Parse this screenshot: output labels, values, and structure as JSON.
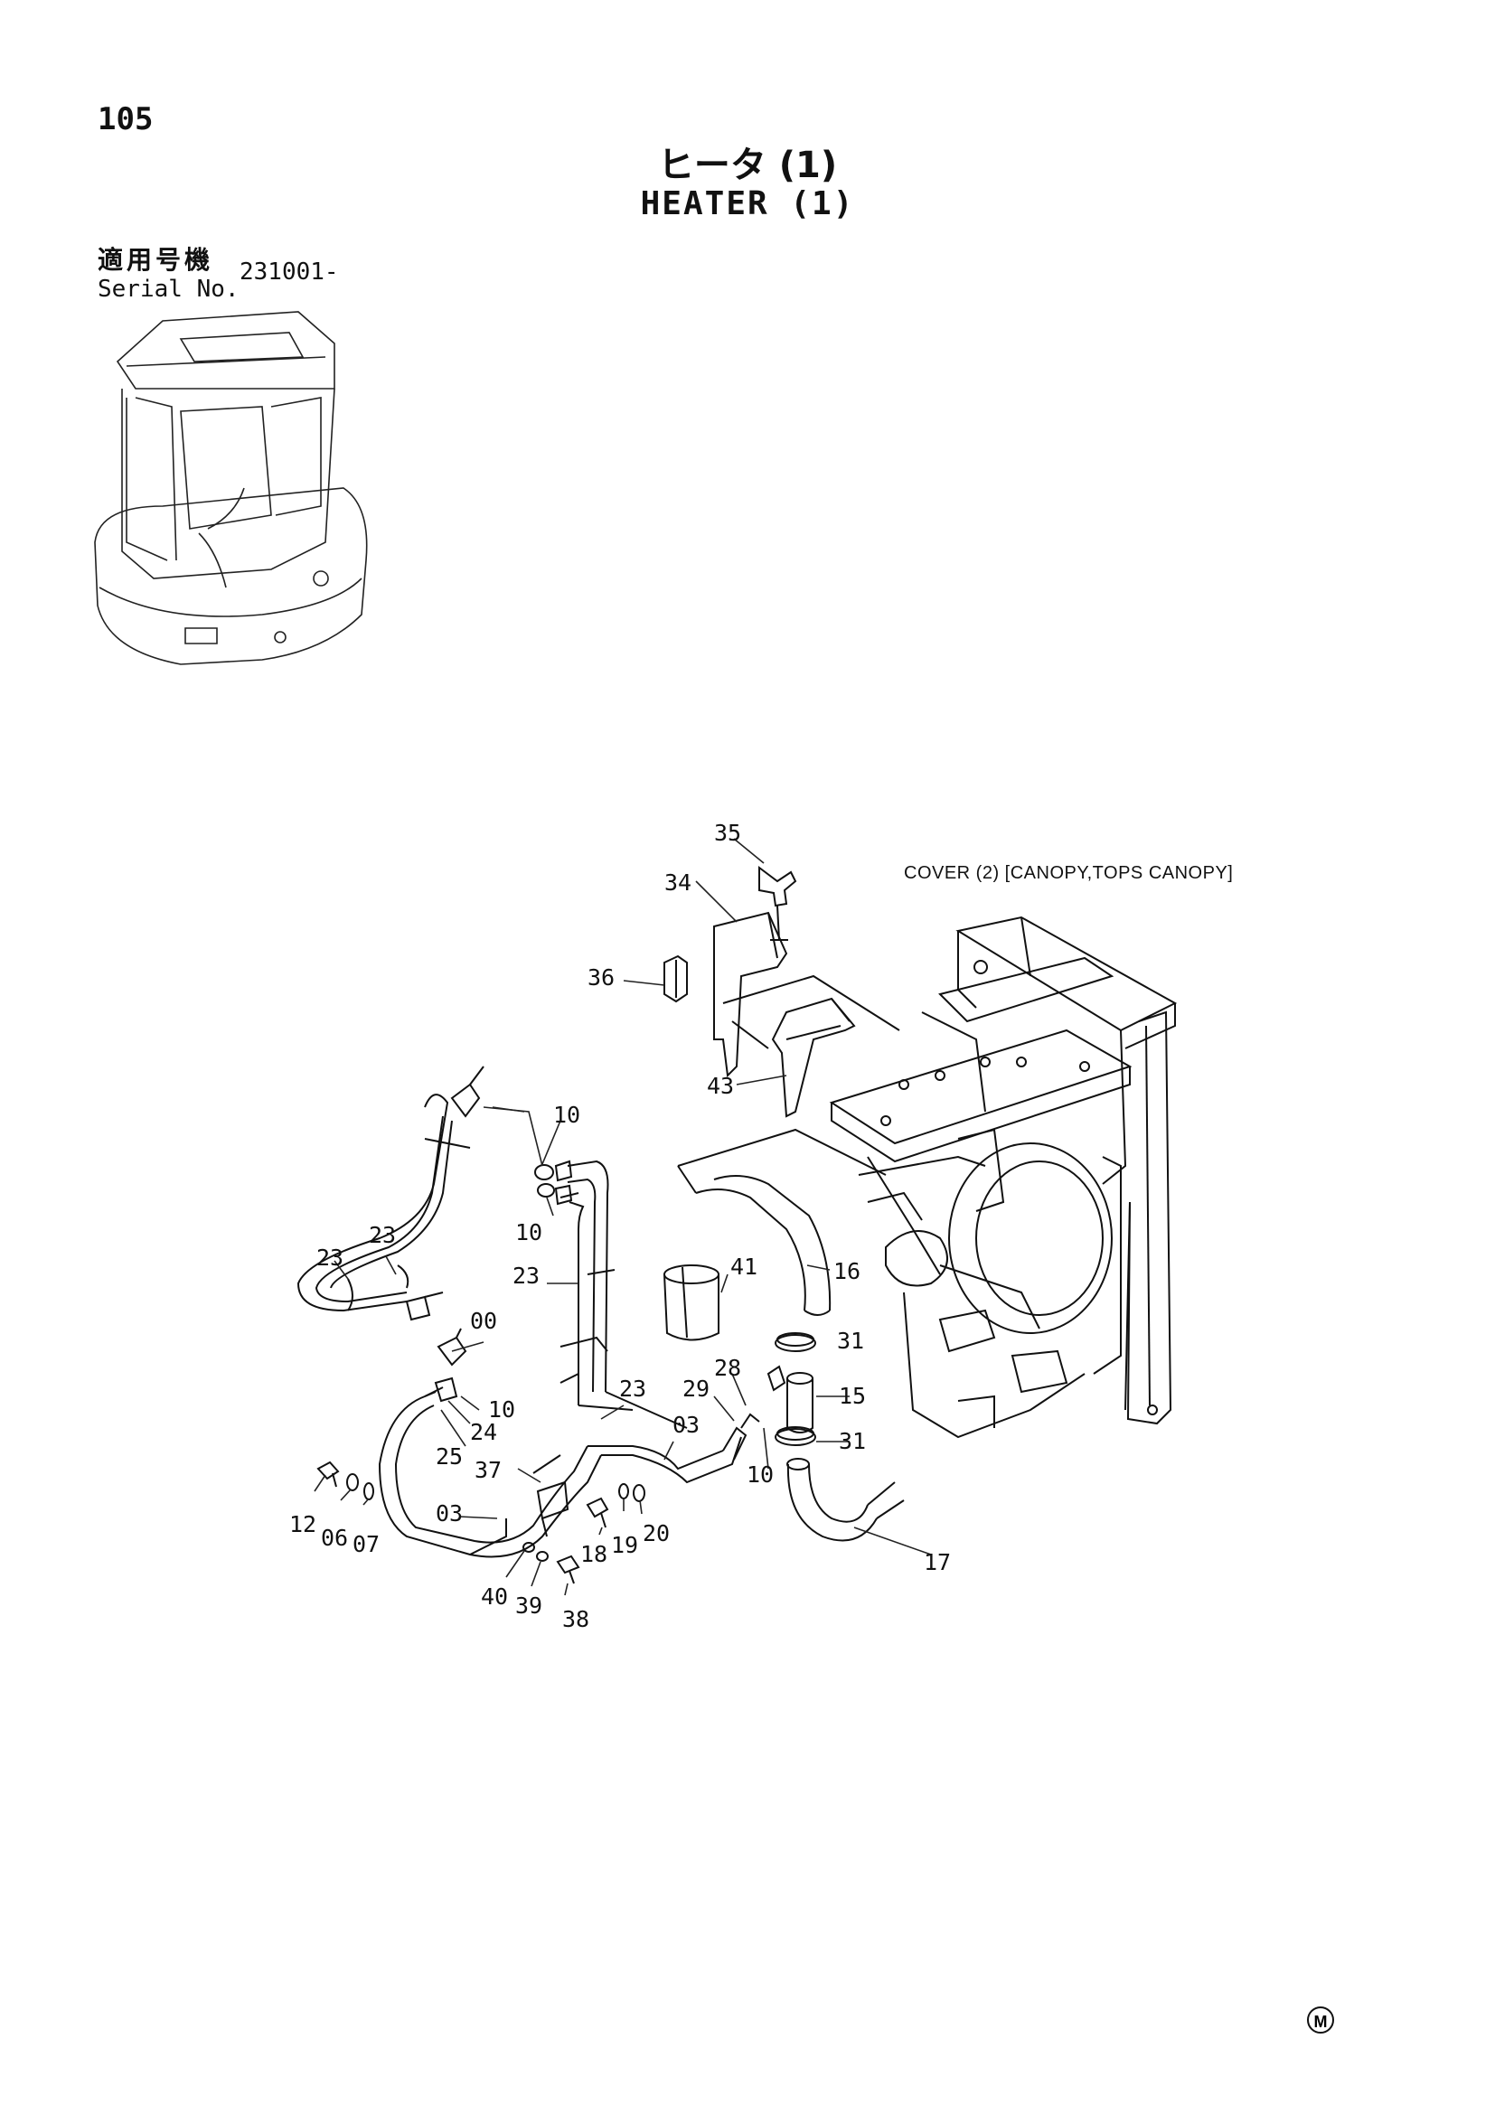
{
  "page_number": "105",
  "title_ja": "ヒータ (1)",
  "title_en": "HEATER (1)",
  "serial_label_ja": "適用号機",
  "serial_label_en": "Serial No.",
  "serial_value": "231001-",
  "cover_note": "COVER (2) [CANOPY,TOPS CANOPY]",
  "footer_mark": "M",
  "part_labels": [
    "35",
    "34",
    "36",
    "43",
    "10",
    "10",
    "23",
    "23",
    "23",
    "41",
    "16",
    "00",
    "31",
    "10",
    "24",
    "25",
    "23",
    "28",
    "29",
    "15",
    "03",
    "31",
    "37",
    "10",
    "12",
    "06",
    "07",
    "03",
    "18",
    "19",
    "20",
    "17",
    "40",
    "39",
    "38"
  ]
}
